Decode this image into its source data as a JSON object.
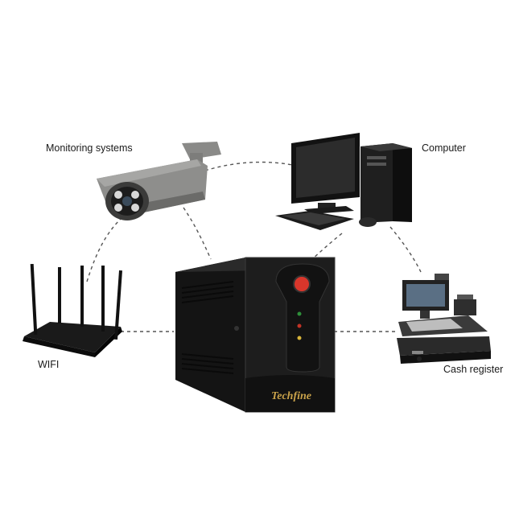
{
  "labels": {
    "monitoring": "Monitoring systems",
    "computer": "Computer",
    "wifi": "WIFI",
    "cash_register": "Cash register"
  },
  "ups": {
    "brand": "Techfine"
  },
  "icons": {
    "center": "ups-device-icon",
    "camera": "cctv-camera-icon",
    "computer": "desktop-computer-icon",
    "router": "wifi-router-icon",
    "register": "cash-register-icon"
  },
  "colors": {
    "connector": "#555555",
    "ups_body": "#1b1b1b",
    "brand_text": "#c9a24a",
    "power_button": "#d9362b"
  }
}
